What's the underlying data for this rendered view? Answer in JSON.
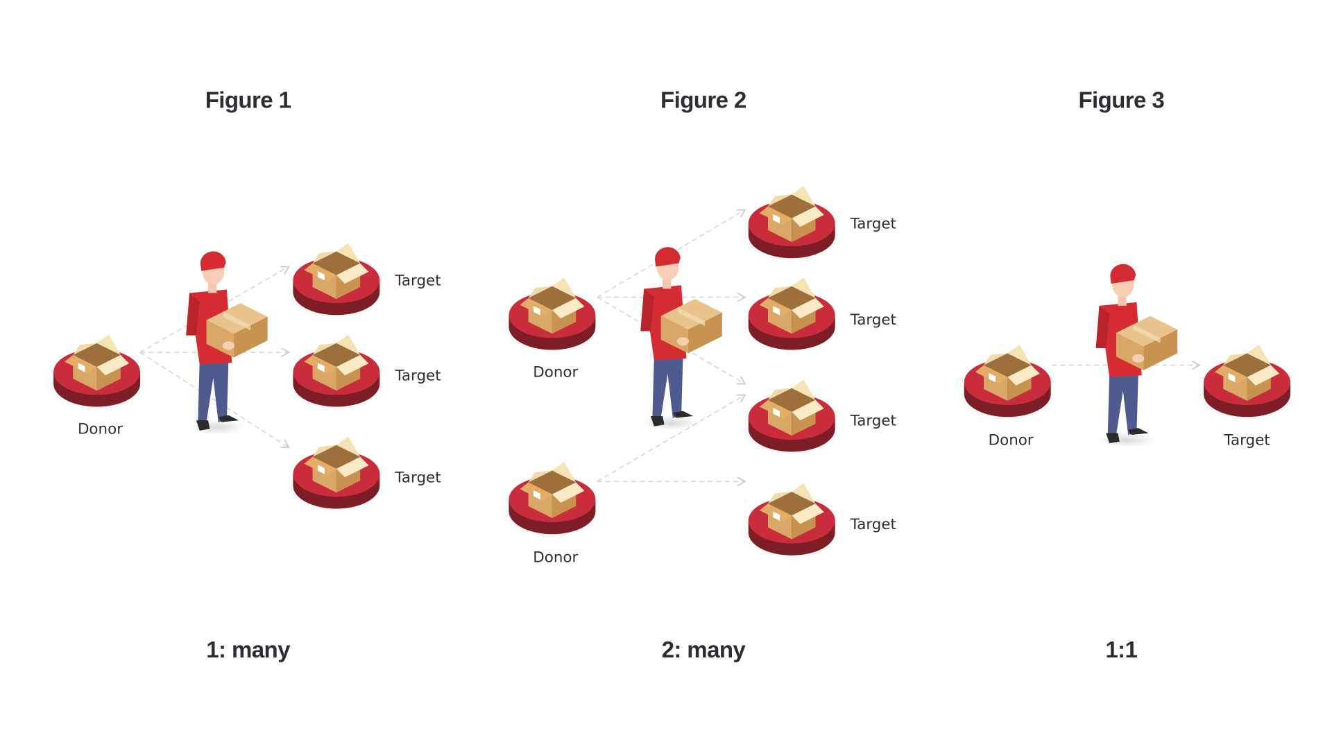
{
  "figures": [
    {
      "title": "Figure 1",
      "caption": "1: many",
      "donors": [
        "Donor"
      ],
      "targets": [
        "Target",
        "Target",
        "Target"
      ]
    },
    {
      "title": "Figure 2",
      "caption": "2: many",
      "donors": [
        "Donor",
        "Donor"
      ],
      "targets": [
        "Target",
        "Target",
        "Target",
        "Target"
      ]
    },
    {
      "title": "Figure 3",
      "caption": "1:1",
      "donors": [
        "Donor"
      ],
      "targets": [
        "Target"
      ]
    }
  ],
  "colors": {
    "pad_top": "#c92c3a",
    "pad_side": "#7d1d25",
    "box": "#d9a866",
    "text": "#2b2f33",
    "arrow": "#d6d6d6"
  }
}
